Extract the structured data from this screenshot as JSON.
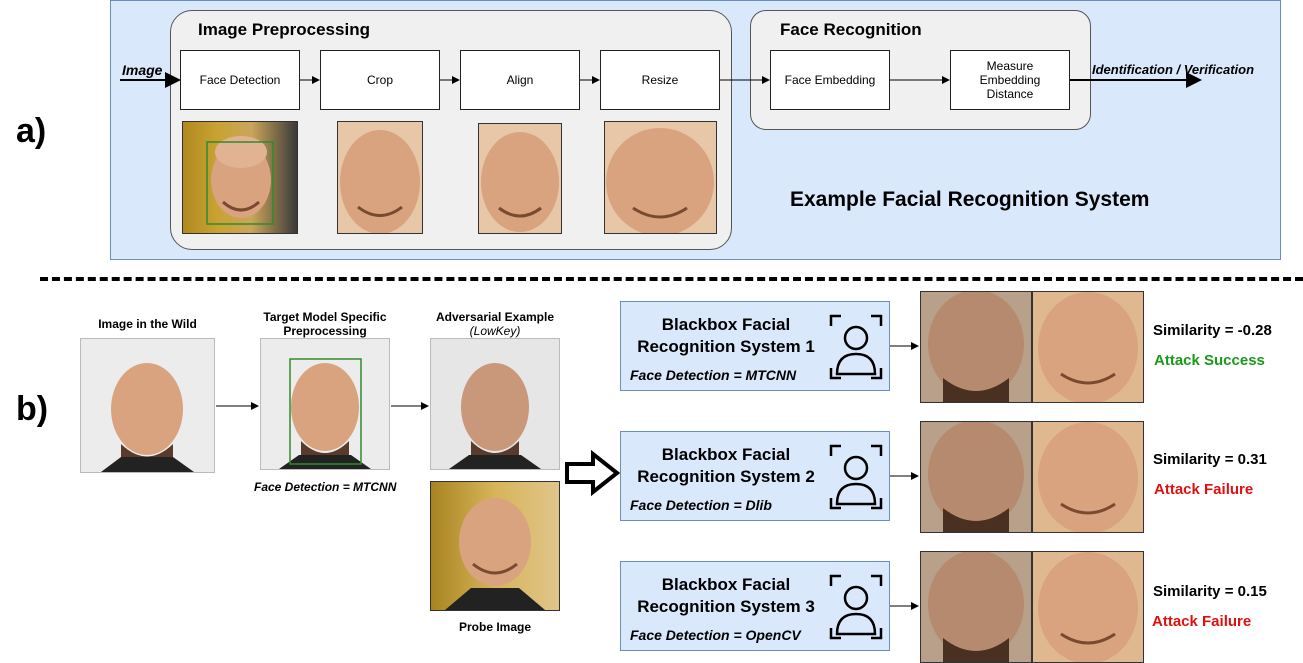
{
  "part_a": {
    "label": "a)",
    "input_label": "Image",
    "preprocessing": {
      "title": "Image Preprocessing",
      "steps": [
        "Face Detection",
        "Crop",
        "Align",
        "Resize"
      ]
    },
    "recognition": {
      "title": "Face Recognition",
      "steps": [
        "Face Embedding",
        "Measure Embedding Distance"
      ]
    },
    "output_label": "Identification / Verification",
    "caption": "Example Facial Recognition System"
  },
  "part_b": {
    "label": "b)",
    "wild_caption": "Image in the Wild",
    "target_caption": "Target Model Specific Preprocessing",
    "target_detection": "Face Detection = MTCNN",
    "adversarial_caption": "Adversarial Example",
    "adversarial_method": "(LowKey)",
    "probe_caption": "Probe Image",
    "systems": [
      {
        "title": "Blackbox Facial Recognition System 1",
        "detection": "Face Detection = MTCNN",
        "similarity": "Similarity = -0.28",
        "result": "Attack Success",
        "result_color": "#1a9a1a"
      },
      {
        "title": "Blackbox Facial Recognition System 2",
        "detection": "Face Detection = Dlib",
        "similarity": "Similarity = 0.31",
        "result": "Attack Failure",
        "result_color": "#e01010"
      },
      {
        "title": "Blackbox Facial Recognition System 3",
        "detection": "Face Detection = OpenCV",
        "similarity": "Similarity = 0.15",
        "result": "Attack Failure",
        "result_color": "#e01010"
      }
    ]
  },
  "colors": {
    "panel_blue": "#dae8fc",
    "system_blue": "#dae8fc",
    "detection_box": "#2e8b2e"
  },
  "icons": [
    "user-scan-icon",
    "hollow-arrow-icon"
  ]
}
